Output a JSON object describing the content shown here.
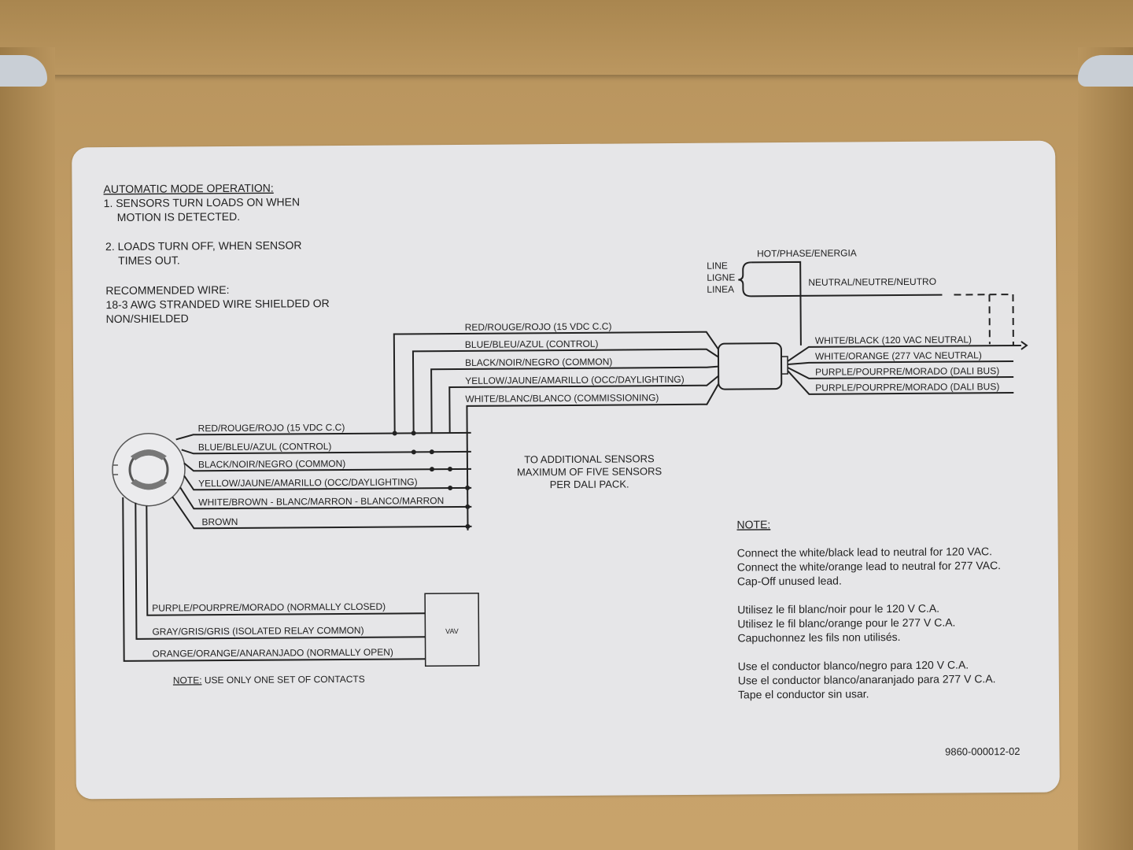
{
  "mode": {
    "heading": "AUTOMATIC MODE OPERATION:",
    "step1_a": "1. SENSORS TURN LOADS ON WHEN",
    "step1_b": "MOTION IS DETECTED.",
    "step2_a": "2. LOADS TURN OFF, WHEN SENSOR",
    "step2_b": "TIMES OUT."
  },
  "wire_rec": {
    "heading": "RECOMMENDED WIRE:",
    "line1": "18-3 AWG STRANDED WIRE SHIELDED OR",
    "line2": "NON/SHIELDED"
  },
  "line_block": {
    "line": "LINE",
    "ligne": "LIGNE",
    "linea": "LINEA",
    "hot": "HOT/PHASE/ENERGIA",
    "neutral": "NEUTRAL/NEUTRE/NEUTRO"
  },
  "bus_wires": [
    "RED/ROUGE/ROJO (15 VDC C.C)",
    "BLUE/BLEU/AZUL (CONTROL)",
    "BLACK/NOIR/NEGRO (COMMON)",
    "YELLOW/JAUNE/AMARILLO (OCC/DAYLIGHTING)",
    "WHITE/BLANC/BLANCO (COMMISSIONING)"
  ],
  "pack_outputs": [
    "WHITE/BLACK (120 VAC NEUTRAL)",
    "WHITE/ORANGE (277 VAC NEUTRAL)",
    "PURPLE/POURPRE/MORADO (DALI BUS)",
    "PURPLE/POURPRE/MORADO (DALI BUS)"
  ],
  "sensor_wires": [
    "RED/ROUGE/ROJO (15 VDC C.C)",
    "BLUE/BLEU/AZUL (CONTROL)",
    "BLACK/NOIR/NEGRO (COMMON)",
    "YELLOW/JAUNE/AMARILLO (OCC/DAYLIGHTING)",
    "WHITE/BROWN  - BLANC/MARRON - BLANCO/MARRON",
    "BROWN"
  ],
  "additional": {
    "line1": "TO ADDITIONAL SENSORS",
    "line2": "MAXIMUM OF FIVE SENSORS",
    "line3": "PER DALI PACK."
  },
  "relay_wires": [
    "PURPLE/POURPRE/MORADO (NORMALLY CLOSED)",
    "GRAY/GRIS/GRIS (ISOLATED RELAY COMMON)",
    "ORANGE/ORANGE/ANARANJADO (NORMALLY OPEN)"
  ],
  "vav_label": "VAV",
  "contacts_note": {
    "prefix": "NOTE:",
    "text": " USE ONLY ONE SET OF CONTACTS"
  },
  "note": {
    "heading": "NOTE:",
    "en1": "Connect the white/black lead to neutral for 120 VAC.",
    "en2": "Connect the white/orange lead to neutral for 277 VAC.",
    "en3": "Cap-Off unused lead.",
    "fr1": "Utilisez le fil blanc/noir pour le 120 V C.A.",
    "fr2": "Utilisez le fil blanc/orange pour le 277 V C.A.",
    "fr3": "Capuchonnez les fils non utilisés.",
    "es1": "Use el conductor blanco/negro para 120 V C.A.",
    "es2": "Use el conductor blanco/anaranjado para 277 V C.A.",
    "es3": "Tape el conductor sin usar."
  },
  "part_number": "9860-000012-02",
  "colors": {
    "label": "#e6e6e8",
    "ink": "#222222",
    "cardboard": "#c49f68"
  }
}
